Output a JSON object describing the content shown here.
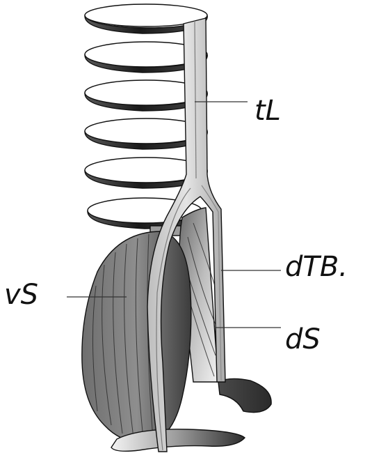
{
  "diagram": {
    "labels": {
      "tL": "tL",
      "dTB": "dTB.",
      "vS": "vS",
      "dS": "dS"
    },
    "colors": {
      "muscle_dark": "#3a3a3a",
      "muscle_mid": "#8a8a8a",
      "tendon_light": "#d6d6d6",
      "ring_face": "#ffffff"
    }
  }
}
